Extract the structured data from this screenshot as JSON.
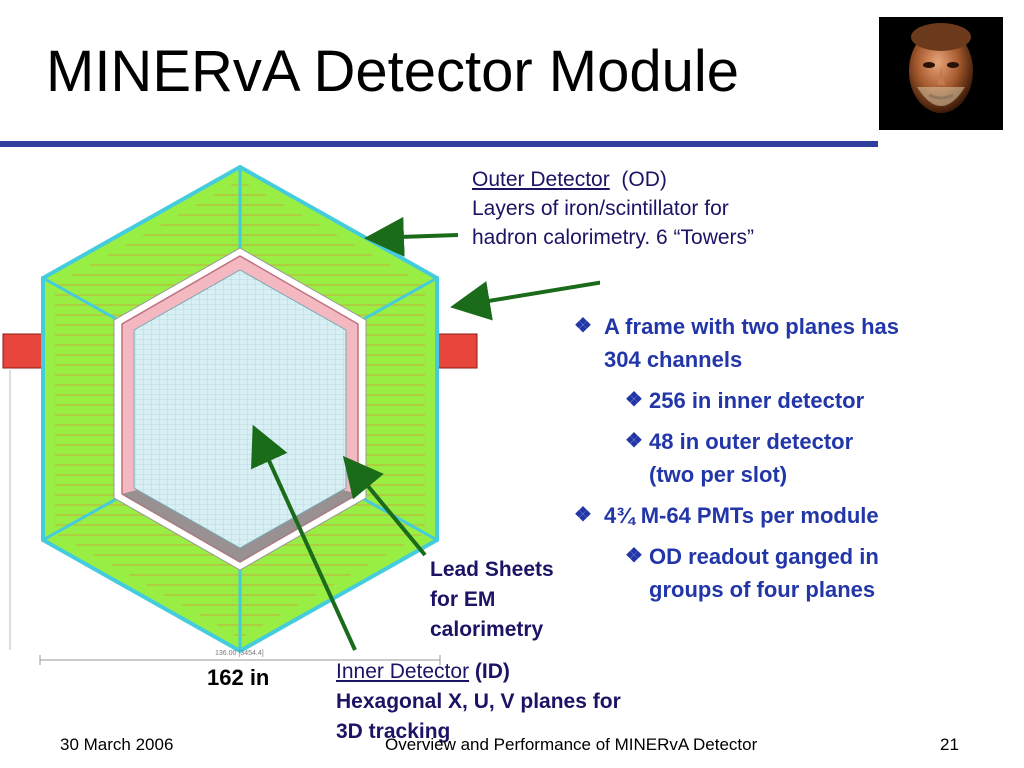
{
  "title": "MINERvA Detector Module",
  "od_label": {
    "heading": "Outer Detector",
    "heading_suffix": "(OD)",
    "line2": "Layers of iron/scintillator for",
    "line3": "hadron calorimetry.  6 “Towers”"
  },
  "bullets": [
    {
      "text": "A frame with two planes has",
      "level": 1
    },
    {
      "text": "304 channels",
      "level": 1,
      "continuation": true
    },
    {
      "text": "256 in inner detector",
      "level": 2
    },
    {
      "text": "48 in outer detector",
      "level": 2
    },
    {
      "text": "(two per slot)",
      "level": 2,
      "continuation": true
    },
    {
      "text": "4¾ M-64 PMTs per module",
      "level": 1
    },
    {
      "text": "OD readout ganged in",
      "level": 2
    },
    {
      "text": "groups of four planes",
      "level": 2,
      "continuation": true
    }
  ],
  "bullet_glyph": "❖",
  "lead_label": {
    "line1": "Lead Sheets",
    "line2": "for EM",
    "line3": "calorimetry"
  },
  "dimension_label": "162 in",
  "dimension_small": "136.00 [3454.4]",
  "id_label": {
    "heading": "Inner Detector",
    "heading_suffix": "(ID)",
    "line2": "Hexagonal  X, U, V planes for",
    "line3": "3D tracking"
  },
  "footer": {
    "date": "30 March 2006",
    "center": "Overview and Performance of MINERvA Detector",
    "page": "21"
  },
  "colors": {
    "rule": "#2f3f9e",
    "bullet_text": "#2236a8",
    "label_text": "#1b1464",
    "arrow": "#1a6b1a",
    "outer_detector": "#99ee44",
    "outer_edge": "#44ccdd",
    "lead_frame": "#f4b8c0",
    "inner_detector": "#d4eef2",
    "lead_sheet": "#888888"
  },
  "icons": {
    "logo": "sculpted-head-logo"
  }
}
